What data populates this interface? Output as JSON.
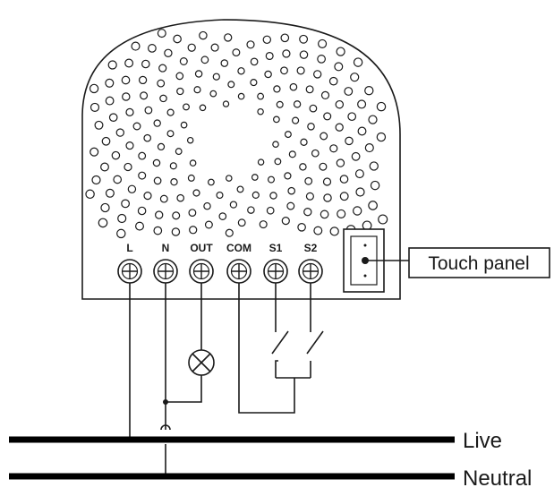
{
  "device": {
    "terminals": [
      {
        "id": "L",
        "label": "L"
      },
      {
        "id": "N",
        "label": "N"
      },
      {
        "id": "OUT",
        "label": "OUT"
      },
      {
        "id": "COM",
        "label": "COM"
      },
      {
        "id": "S1",
        "label": "S1"
      },
      {
        "id": "S2",
        "label": "S2"
      }
    ],
    "connector_label": "Touch panel"
  },
  "bus": {
    "live_label": "Live",
    "neutral_label": "Neutral"
  },
  "colors": {
    "line": "#1a1a1a",
    "bus": "#000000",
    "background": "#ffffff"
  }
}
